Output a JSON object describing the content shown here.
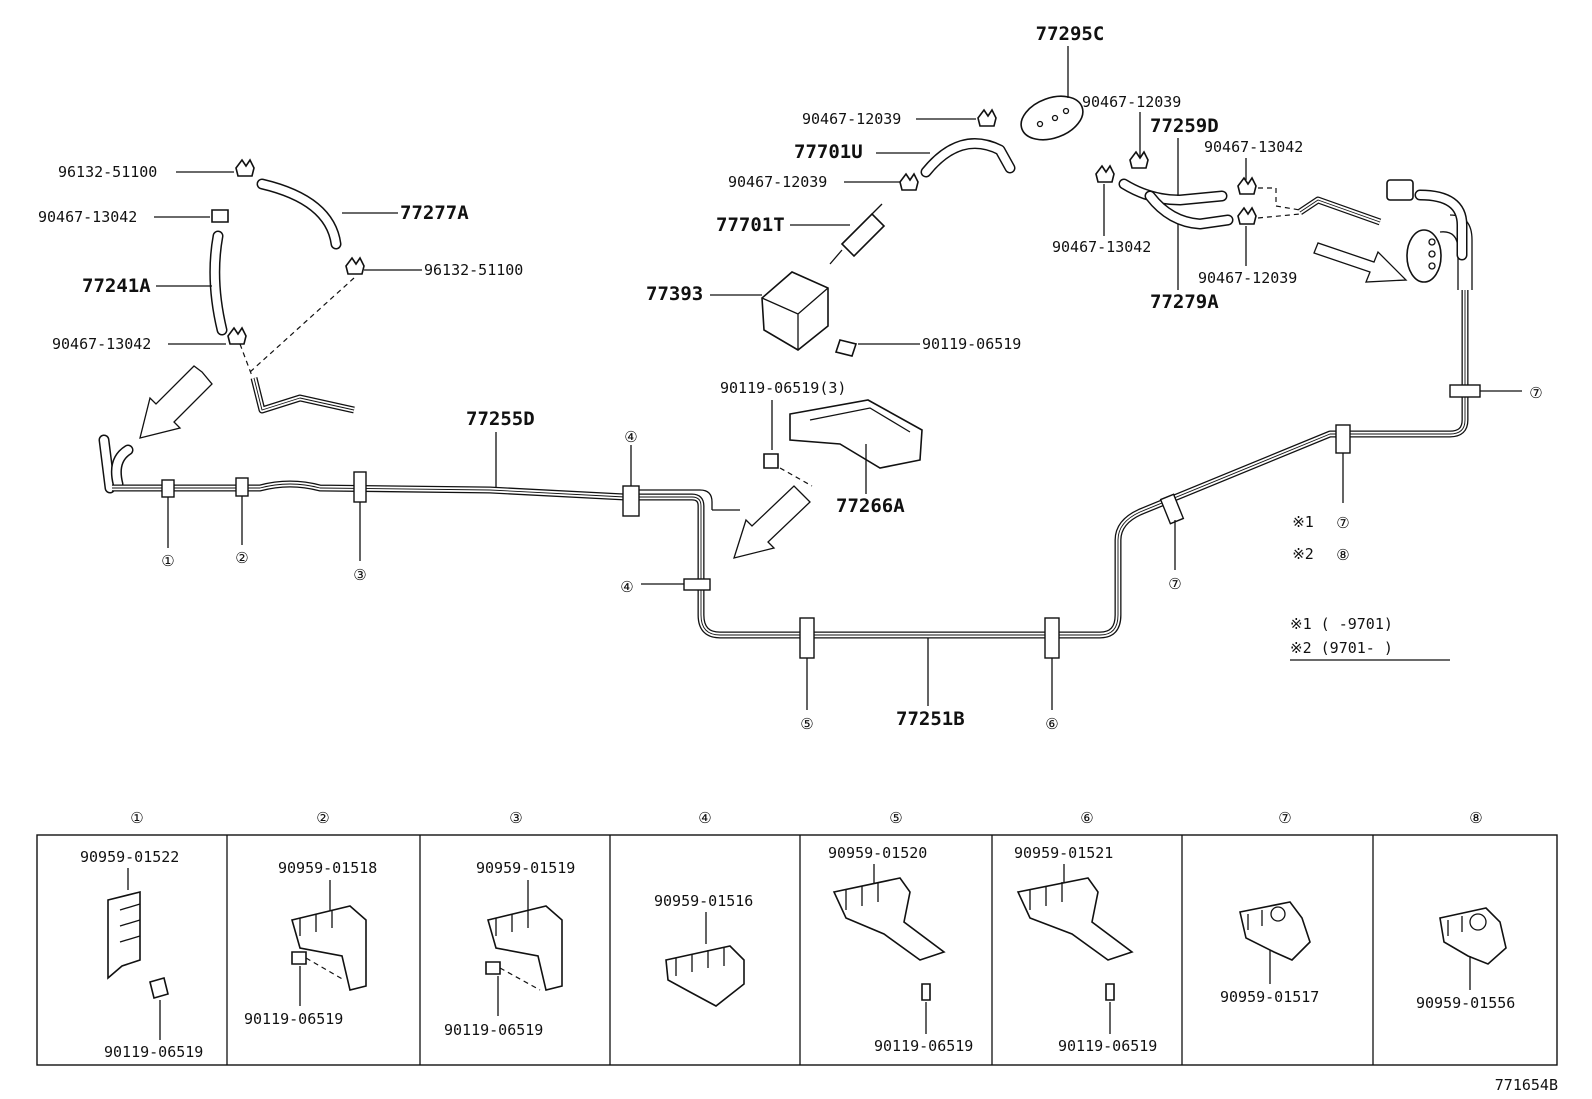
{
  "labels": {
    "p77295C": "77295C",
    "p90467_12039_a": "90467-12039",
    "p90467_12039_b": "90467-12039",
    "p90467_12039_c": "90467-12039",
    "p90467_12039_d": "90467-12039",
    "p77259D": "77259D",
    "p90467_13042_r1": "90467-13042",
    "p90467_13042_r2": "90467-13042",
    "p77279A": "77279A",
    "p77701U": "77701U",
    "p77701T": "77701T",
    "p77393": "77393",
    "p90119_06519_a": "90119-06519",
    "p90119_06519_3": "90119-06519(3)",
    "p77266A": "77266A",
    "p96132_51100_a": "96132-51100",
    "p96132_51100_b": "96132-51100",
    "p90467_13042_l1": "90467-13042",
    "p90467_13042_l2": "90467-13042",
    "p77277A": "77277A",
    "p77241A": "77241A",
    "p77255D": "77255D",
    "p77251B": "77251B"
  },
  "callouts": {
    "c1": "①",
    "c2": "②",
    "c3": "③",
    "c4a": "④",
    "c4b": "④",
    "c5": "⑤",
    "c6": "⑥",
    "c7a": "⑦",
    "c7b": "⑦",
    "c7c": "⑦",
    "c8": "⑧"
  },
  "notes": {
    "star1_mark": "※1",
    "star2_mark": "※2",
    "star1_range": "※1 (       -9701)",
    "star2_range": "※2 (9701-       )"
  },
  "table": {
    "columns": [
      {
        "num": "①",
        "parts": [
          "90959-01522",
          "90119-06519"
        ]
      },
      {
        "num": "②",
        "parts": [
          "90959-01518",
          "90119-06519"
        ]
      },
      {
        "num": "③",
        "parts": [
          "90959-01519",
          "90119-06519"
        ]
      },
      {
        "num": "④",
        "parts": [
          "90959-01516"
        ]
      },
      {
        "num": "⑤",
        "parts": [
          "90959-01520",
          "90119-06519"
        ]
      },
      {
        "num": "⑥",
        "parts": [
          "90959-01521",
          "90119-06519"
        ]
      },
      {
        "num": "⑦",
        "parts": [
          "90959-01517"
        ]
      },
      {
        "num": "⑧",
        "parts": [
          "90959-01556"
        ]
      }
    ]
  },
  "figure_id": "771654B"
}
